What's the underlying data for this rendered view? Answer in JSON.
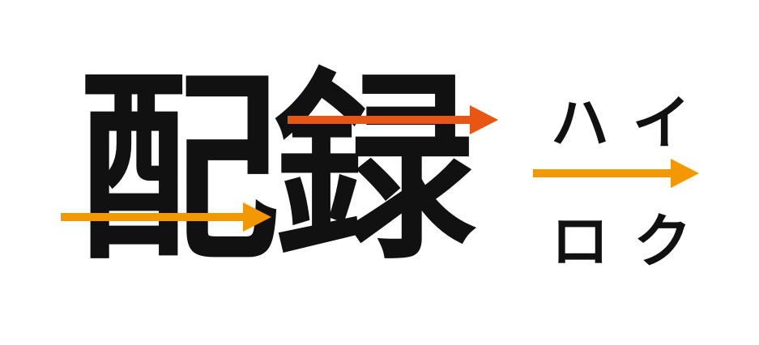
{
  "logo": {
    "main_text": "配録",
    "reading_top": "ハイ",
    "reading_bottom": "ロク"
  },
  "colors": {
    "text": "#111111",
    "arrow_orange": "#f39800",
    "arrow_red_orange": "#e95513",
    "background": "#ffffff"
  },
  "icons": {
    "arrows": [
      "right-arrow-icon",
      "right-arrow-icon",
      "right-arrow-icon"
    ]
  }
}
